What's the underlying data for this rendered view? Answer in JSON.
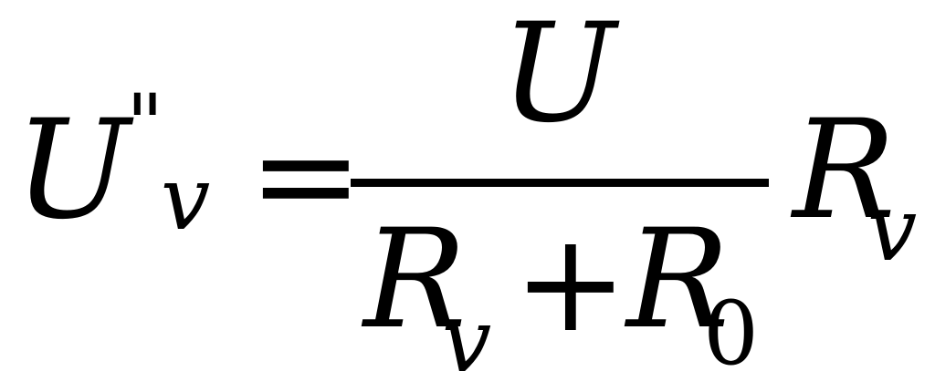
{
  "equation": {
    "lhs": {
      "variable": "U",
      "prime": "\"",
      "subscript": "v"
    },
    "equals": "=",
    "fraction": {
      "numerator": "U",
      "denominator": {
        "term1": "R",
        "term1_subscript": "v",
        "operator": "+",
        "term2": "R",
        "term2_subscript": "0"
      }
    },
    "rhs": {
      "variable": "R",
      "subscript": "v"
    }
  }
}
